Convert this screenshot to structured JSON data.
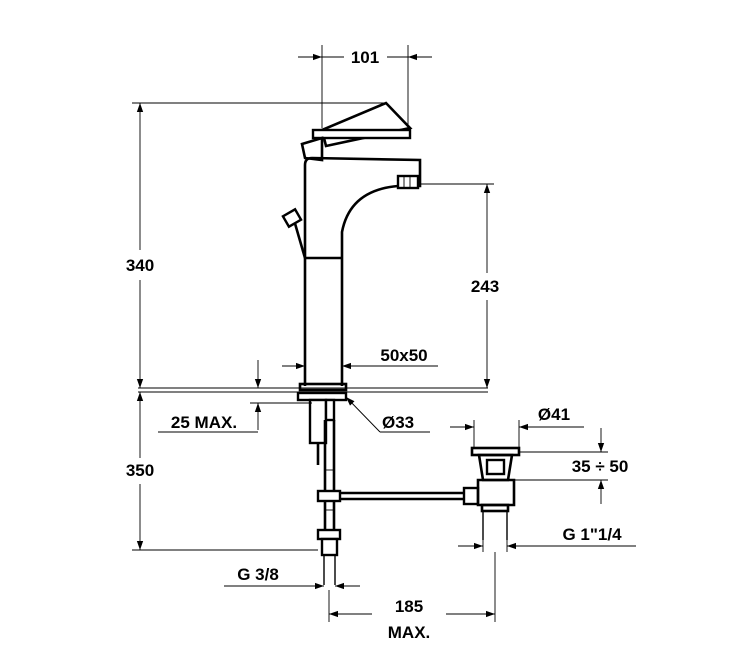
{
  "dimensions": {
    "spout_reach": "101",
    "total_height": "340",
    "spout_height": "243",
    "body_section": "50x50",
    "deck_max": "25 MAX.",
    "mount_diameter": "Ø33",
    "below_deck": "350",
    "waste_diameter": "Ø41",
    "waste_range": "35 ÷ 50",
    "waste_thread": "G 1\"1/4",
    "inlet_thread": "G 3/8",
    "rod_distance": "185",
    "rod_distance_note": "MAX."
  }
}
